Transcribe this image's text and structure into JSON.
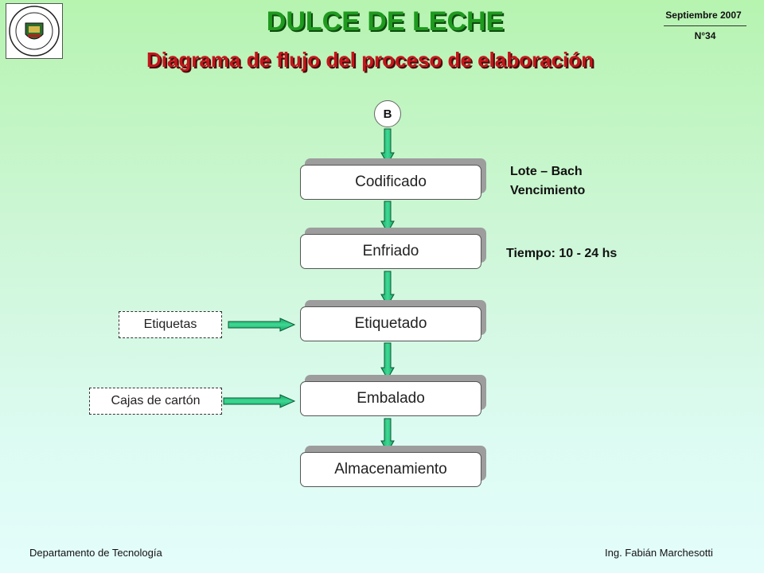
{
  "header": {
    "title": "DULCE DE LECHE",
    "subtitle": "Diagrama de flujo del proceso de elaboración",
    "date": "Septiembre 2007",
    "number": "N°34"
  },
  "diagram": {
    "connector": "B",
    "steps": [
      "Codificado",
      "Enfriado",
      "Etiquetado",
      "Embalado",
      "Almacenamiento"
    ],
    "inputs": [
      "Etiquetas",
      "Cajas de cartón"
    ],
    "notes": {
      "codificado_line1": "Lote – Bach",
      "codificado_line2": "Vencimiento",
      "enfriado": "Tiempo: 10 - 24 hs"
    }
  },
  "footer": {
    "department": "Departamento de Tecnología",
    "author": "Ing. Fabián Marchesotti"
  },
  "colors": {
    "title": "#1f9a1f",
    "subtitle": "#c4161c",
    "arrow": "#1ec27a"
  }
}
